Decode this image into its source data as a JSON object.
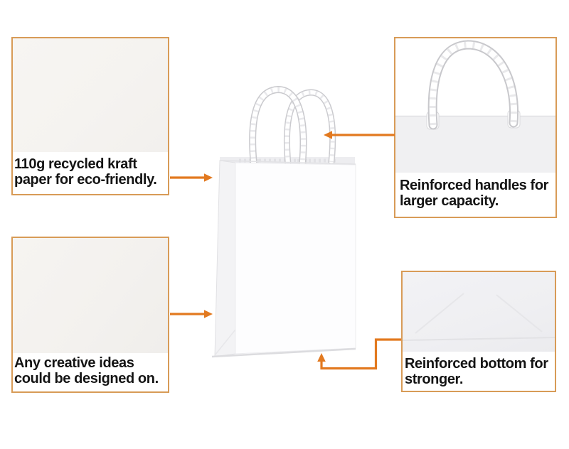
{
  "colors": {
    "box_border": "#d89b57",
    "connector": "#e2791f",
    "text": "#141414"
  },
  "product": {
    "subject": "white kraft paper gift bag with twisted handles"
  },
  "callouts": {
    "material": {
      "line1": "110g recycled kraft",
      "line2": "paper for eco-friendly."
    },
    "handles": {
      "line1": "Reinforced handles for",
      "line2": "larger capacity."
    },
    "design": {
      "line1": "Any creative ideas",
      "line2": "could be designed on."
    },
    "bottom": {
      "line1": "Reinforced bottom for",
      "line2": "stronger."
    }
  }
}
